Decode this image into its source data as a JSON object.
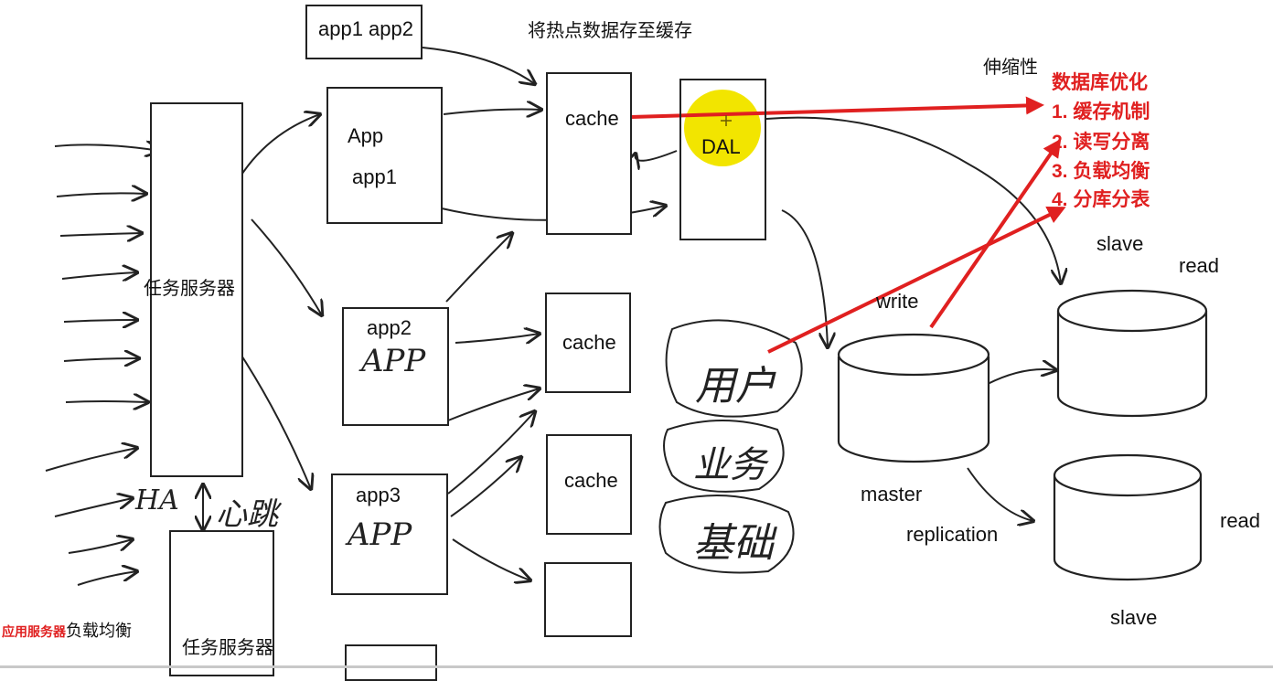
{
  "labels": {
    "top_app_box": "app1 app2",
    "hotspot_note": "将热点数据存至缓存",
    "scalability": "伸缩性",
    "task_server_1": "任务服务器",
    "task_server_2": "任务服务器",
    "app_box_1_line1": "App",
    "app_box_1_line2": "app1",
    "app_box_2_line1": "app2",
    "app_box_2_hand": "APP",
    "app_box_3_line1": "app3",
    "app_box_3_hand": "APP",
    "cache_1": "cache",
    "cache_2": "cache",
    "cache_3": "cache",
    "dal": "DAL",
    "write": "write",
    "master": "master",
    "replication": "replication",
    "slave_top": "slave",
    "read_top": "read",
    "read_bottom": "read",
    "slave_bottom": "slave",
    "ha": "HA",
    "heartbeat": "心跳",
    "hand_user": "用户",
    "hand_business": "业务",
    "hand_base": "基础",
    "footer_red": "应用服务器",
    "footer_black": "负载均衡"
  },
  "db_optimization": {
    "title": "数据库优化",
    "items": [
      "1. 缓存机制",
      "2. 读写分离",
      "3. 负载均衡",
      "4. 分库分表"
    ]
  },
  "colors": {
    "annotation_red": "#e02020",
    "highlight_yellow": "#f2e500",
    "ink": "#222222"
  }
}
